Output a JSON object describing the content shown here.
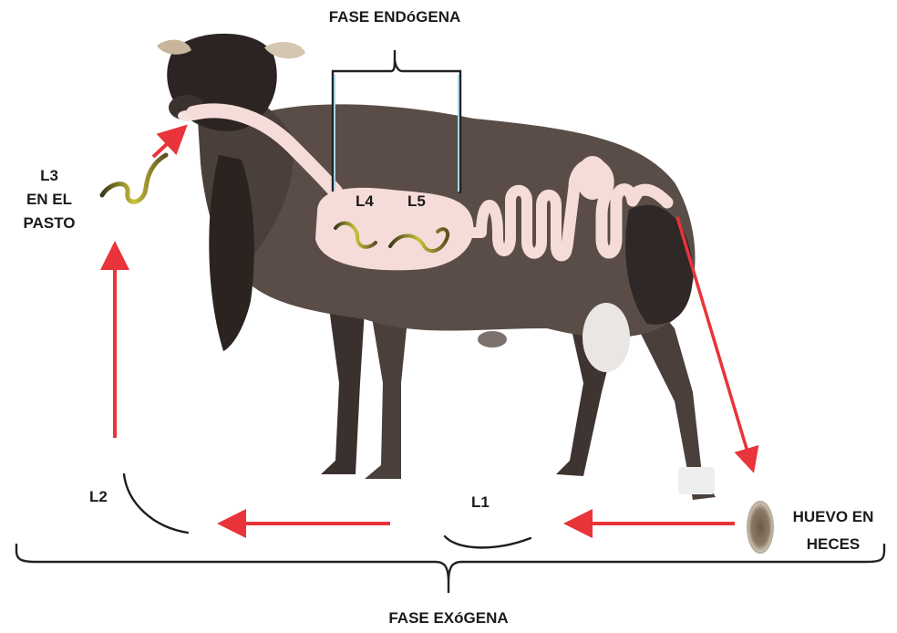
{
  "diagram": {
    "endogenous_phase": "FASE ENDóGENA",
    "exogenous_phase": "FASE EXóGENA",
    "stages": {
      "l1": "L1",
      "l2": "L2",
      "l3_line1": "L3",
      "l3_line2": "EN EL",
      "l3_line3": "PASTO",
      "l4": "L4",
      "l5": "L5",
      "egg_line1": "HUEVO EN",
      "egg_line2": "HECES"
    },
    "colors": {
      "arrow": "#e8343a",
      "sheep_body": "#5a4d47",
      "sheep_dark": "#2f2826",
      "gut": "#f6dcd8",
      "bracket": "#222222",
      "larva_yellow": "#c8c23a"
    }
  }
}
